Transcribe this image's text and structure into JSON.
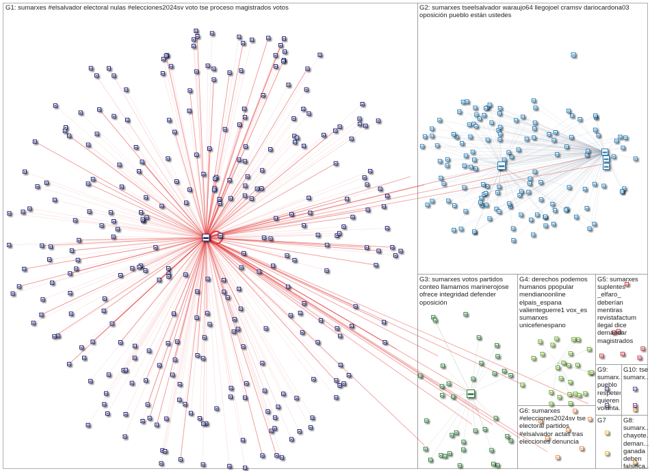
{
  "groups": [
    {
      "id": "G1",
      "label": "G1: sumarxes #elsalvador electoral nulas #elecciones2024sv voto tse proceso magistrados votos",
      "color": "#1a1f6b",
      "edge_color": "#e23b3b"
    },
    {
      "id": "G2",
      "label": "G2: sumarxes tseelsalvador waraujo64 llegojoel cramsv dariocardona03\noposición pueblo están ustedes",
      "color": "#2f7fb5"
    },
    {
      "id": "G3",
      "label": "G3: sumarxes votos partidos\nconteo llamamos marinerojose\nofrece integridad defender\noposición",
      "color": "#2e7d3a"
    },
    {
      "id": "G4",
      "label": "G4: derechos podemos\nhumanos ppopular\nmendianoonline\nelpais_espana\nvalienteguerre1 vox_es\nsumarxes unicefenespano",
      "color": "#6aa832"
    },
    {
      "id": "G5",
      "label": "G5: sumarxes\nsuplentes _elfaro_ deberían\nmentiras\nrevistafactum\nilegal dice\ndemandar\nmagistrados",
      "color": "#c33a4a"
    },
    {
      "id": "G6",
      "label": "G6: sumarxes\n#elecciones2024sv tse\nelectoral partidos\n#elsalvador actas tras\nelecciones denuncia",
      "color": "#e8965a"
    },
    {
      "id": "G7",
      "label": "G7",
      "color": "#e8b84a"
    },
    {
      "id": "G8",
      "label": "G8:\nsumarx...\nchayote...\ndeman...\nganada\ndeben\nfalsifica...",
      "color": "#e89a3a"
    },
    {
      "id": "G9",
      "label": "G9:\nsumarx...\npueblo\nrespeten\nquieren\nvolunta...",
      "color": "#5a3a8a"
    },
    {
      "id": "G10",
      "label": "G10: tse\nsumarx...",
      "color": "#6a4a9a"
    }
  ]
}
